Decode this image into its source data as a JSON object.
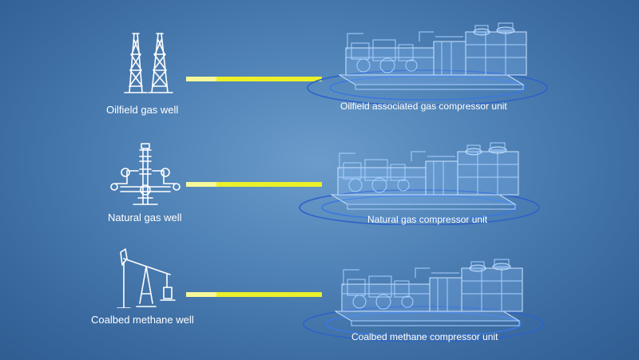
{
  "rows": [
    {
      "well_label": "Oilfield gas well",
      "unit_label": "Oilfield associated gas compressor unit",
      "well_icon": "oil-derrick-icon"
    },
    {
      "well_label": "Natural gas well",
      "unit_label": "Natural gas compressor unit",
      "well_icon": "wellhead-valve-icon"
    },
    {
      "well_label": "Coalbed methane well",
      "unit_label": "Coalbed methane compressor unit",
      "well_icon": "pumpjack-icon"
    }
  ],
  "colors": {
    "pipe": "#eaf02a",
    "background": "#4f82b6",
    "unit_outline": "#a9d0ff"
  }
}
